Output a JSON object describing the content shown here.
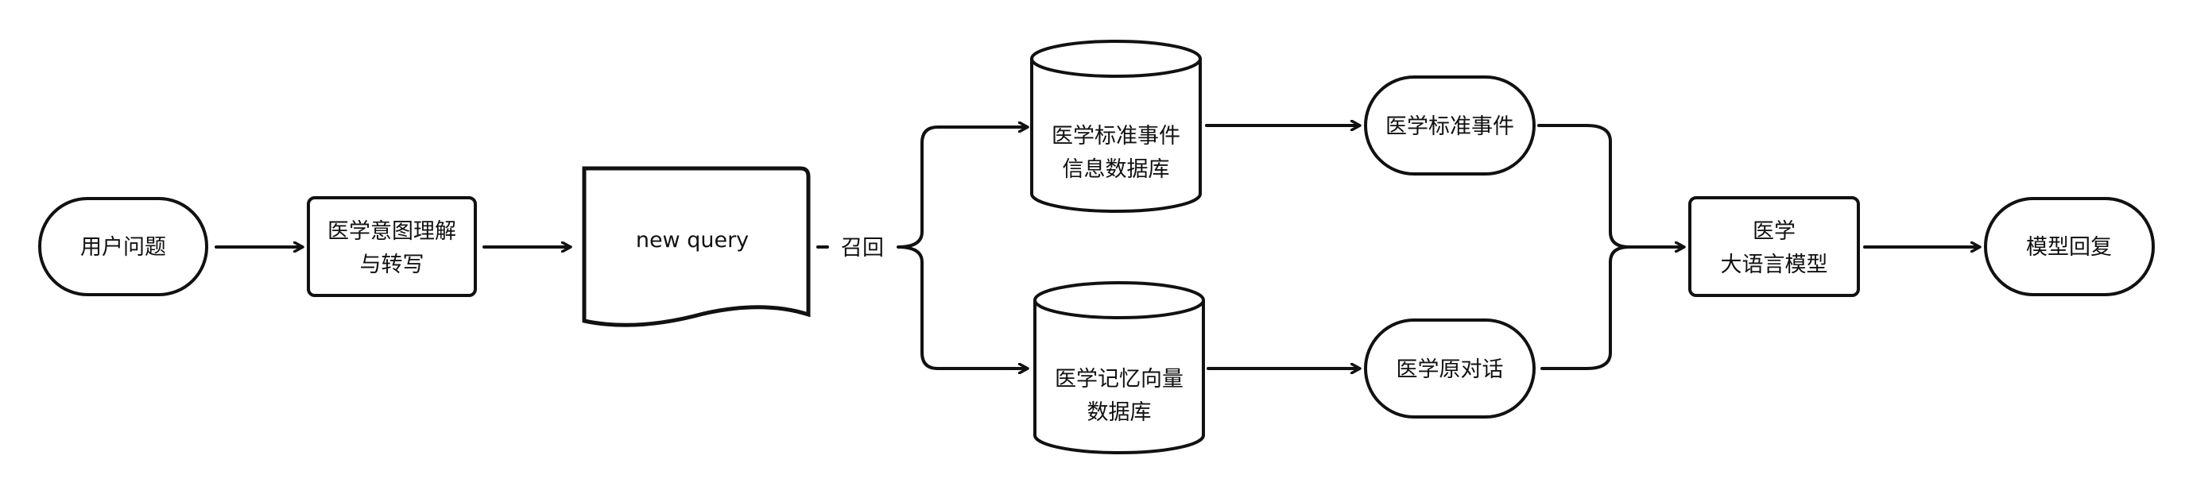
{
  "nodes": {
    "user_question": "用户问题",
    "intent_line1": "医学意图理解",
    "intent_line2": "与转写",
    "new_query": "new query",
    "recall": "召回",
    "event_db_line1": "医学标准事件",
    "event_db_line2": "信息数据库",
    "memory_db_line1": "医学记忆向量",
    "memory_db_line2": "数据库",
    "standard_event": "医学标准事件",
    "original_dialogue": "医学原对话",
    "llm_line1": "医学",
    "llm_line2": "大语言模型",
    "model_reply": "模型回复"
  }
}
